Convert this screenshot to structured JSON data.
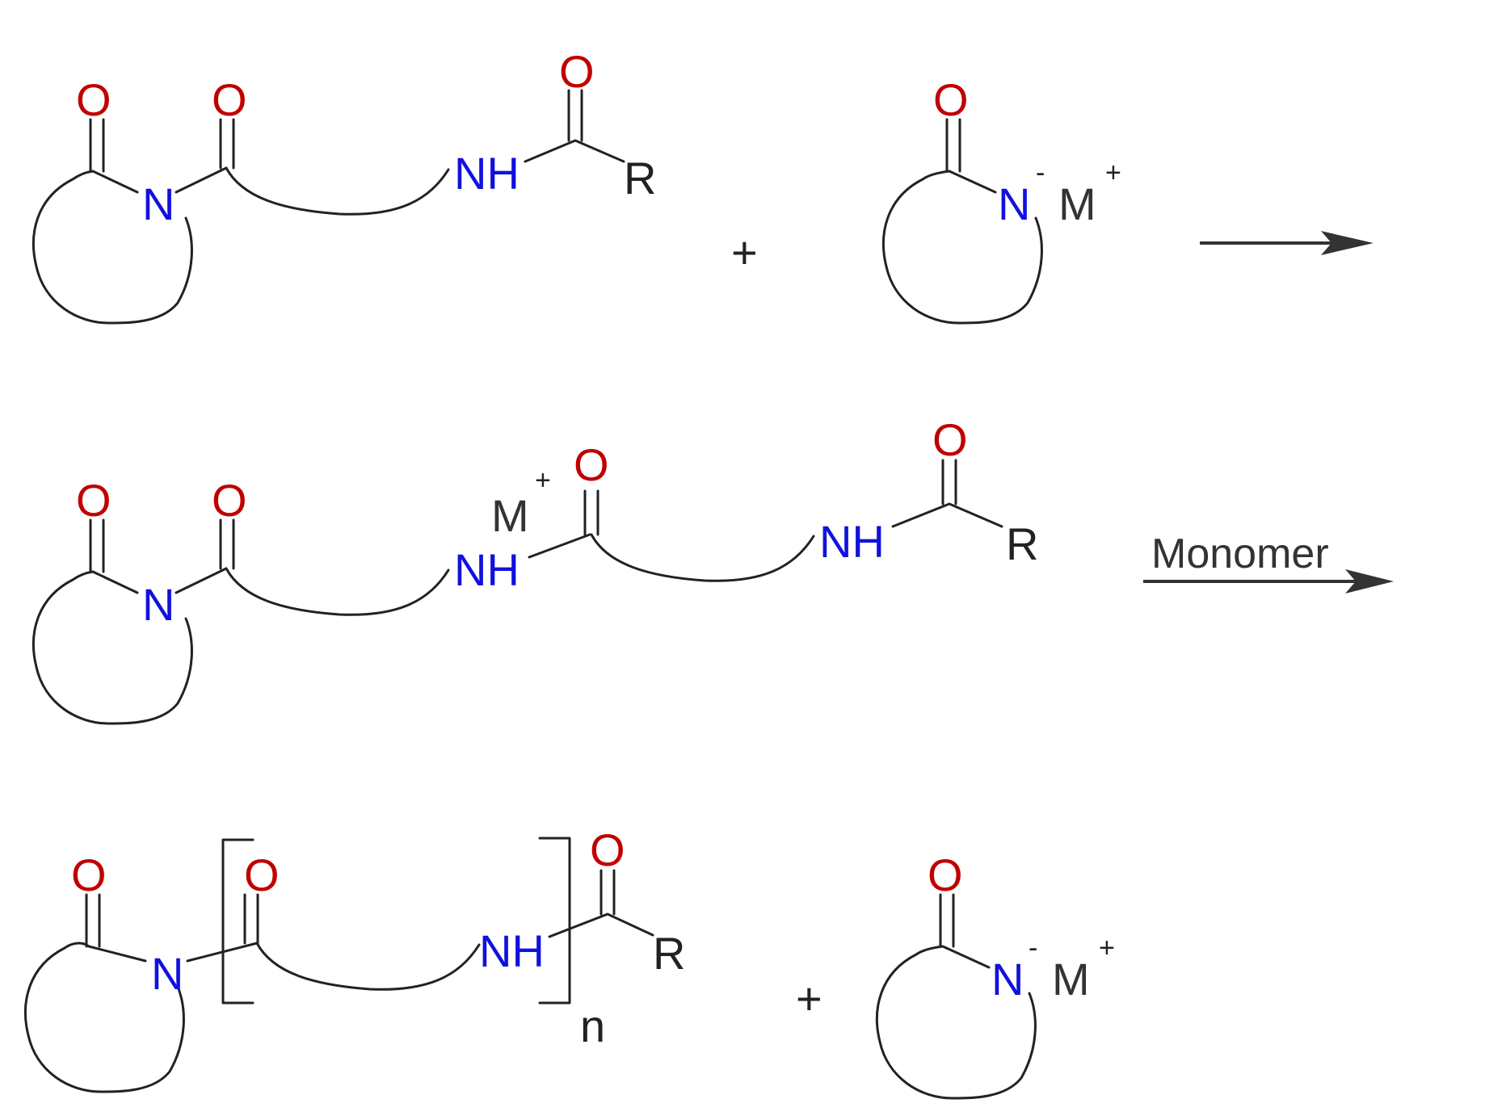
{
  "colors": {
    "oxygen": "#c00000",
    "nitrogen": "#1111dd",
    "carbon_text": "#222222",
    "arrow": "#333333",
    "label_gray": "#333333"
  },
  "atoms": {
    "oxygen": "O",
    "nitrogen": "N",
    "amine": "NH",
    "r_group": "R",
    "metal": "M",
    "plus_charge": "+",
    "minus_charge": "-",
    "repeat_index": "n"
  },
  "operators": {
    "plus": "+"
  },
  "arrows": [
    {
      "label": ""
    },
    {
      "label": "Monomer"
    }
  ]
}
